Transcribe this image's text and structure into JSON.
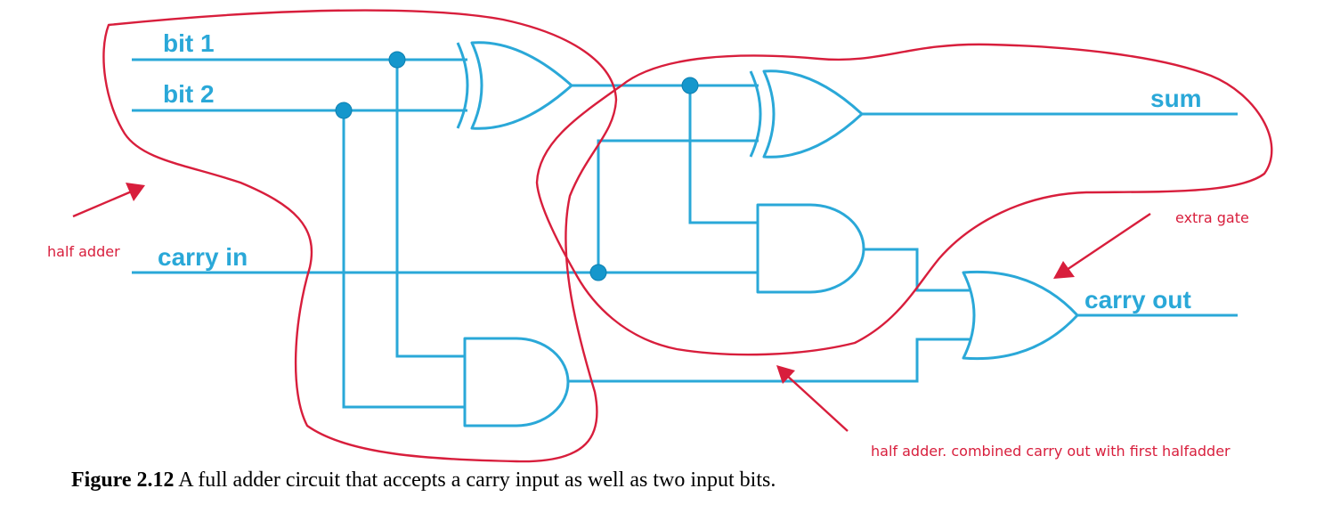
{
  "signals": {
    "bit1": "bit 1",
    "bit2": "bit 2",
    "carry_in": "carry in",
    "sum": "sum",
    "carry_out": "carry out"
  },
  "annotations": {
    "half_adder_left": "half adder",
    "extra_gate": "extra gate",
    "half_adder_right": "half adder. combined carry out with first halfadder"
  },
  "caption": {
    "label": "Figure 2.12",
    "text": " A full adder circuit that accepts a carry input as well as two input bits."
  },
  "colors": {
    "circuit": "#2aa8d8",
    "annotation": "#d81e3c"
  }
}
